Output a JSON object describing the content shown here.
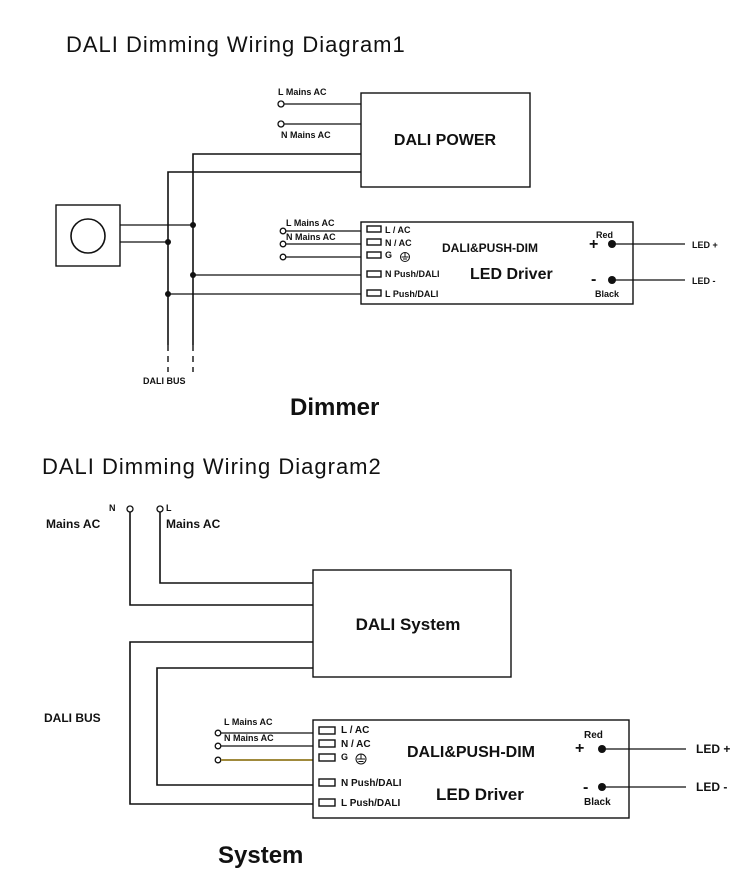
{
  "diagram1": {
    "title": "DALI  Dimming  Wiring Diagram1",
    "mains_l": "L Mains AC",
    "mains_n": "N Mains AC",
    "power_box": "DALI POWER",
    "driver_mains_l": "L Mains AC",
    "driver_mains_n": "N Mains AC",
    "terminal_lac": "L / AC",
    "terminal_nac": "N / AC",
    "terminal_g": "G",
    "terminal_npush": "N Push/DALI",
    "terminal_lpush": "L Push/DALI",
    "driver_name": "DALI&PUSH-DIM",
    "driver_sub": "LED Driver",
    "red": "Red",
    "black": "Black",
    "plus": "+",
    "minus": "-",
    "led_plus": "LED +",
    "led_minus": "LED -",
    "bus_label": "DALI  BUS",
    "caption": "Dimmer"
  },
  "diagram2": {
    "title": "DALI  Dimming  Wiring Diagram2",
    "n_letter": "N",
    "l_letter": "L",
    "mains_n": "Mains AC",
    "mains_l": "Mains AC",
    "system_box": "DALI System",
    "bus_label": "DALI  BUS",
    "driver_mains_l": "L Mains AC",
    "driver_mains_n": "N Mains AC",
    "terminal_lac": "L / AC",
    "terminal_nac": "N / AC",
    "terminal_g": "G",
    "terminal_npush": "N Push/DALI",
    "terminal_lpush": "L Push/DALI",
    "driver_name": "DALI&PUSH-DIM",
    "driver_sub": "LED Driver",
    "red": "Red",
    "black": "Black",
    "plus": "+",
    "minus": "-",
    "led_plus": "LED +",
    "led_minus": "LED -",
    "caption": "System"
  },
  "colors": {
    "line": "#111111",
    "ground_wire": "#a08a3c",
    "background": "#ffffff"
  }
}
